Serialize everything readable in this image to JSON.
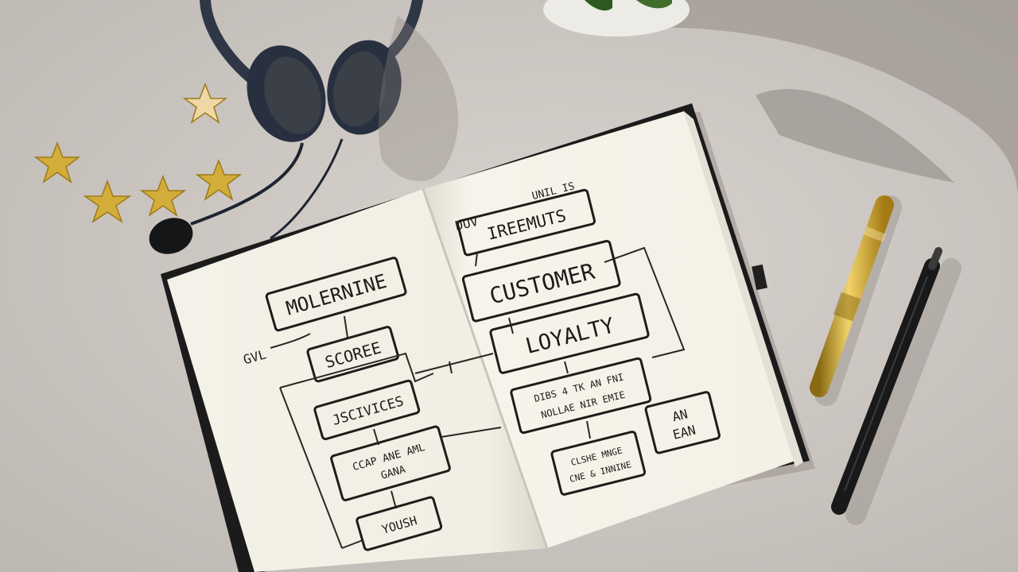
{
  "scene": {
    "background": "#cfc9c4",
    "colors": {
      "paper": "#f6f4ea",
      "ink": "#1d1b1a",
      "notebook_cover": "#1c1b1c",
      "gold": "#c9a227",
      "headset": "#2f3747",
      "pen": "#191919"
    }
  },
  "notebook": {
    "left_page": {
      "side_note": "GVL",
      "boxes": [
        {
          "label": "MOLERNINE"
        },
        {
          "label": "SCOREE"
        },
        {
          "label": "JSCIVICES"
        },
        {
          "label": "CCAP ANE AML",
          "sub": "GANA"
        },
        {
          "label": "YOUSH"
        }
      ]
    },
    "right_page": {
      "top_note": "UNIL IS",
      "side_note": "DUV",
      "boxes": [
        {
          "label": "IREEMUTS"
        },
        {
          "label": "CUSTOMER"
        },
        {
          "label": "LOYALTY"
        },
        {
          "label": "DIBS  4  TK  AN FNI",
          "sub": "NOLLAE  NIR  EMIE"
        },
        {
          "label": "CLSHE  MNGE",
          "sub": "CNE & INNINE"
        },
        {
          "label": "AN",
          "sub": "EAN"
        }
      ]
    }
  },
  "objects": [
    {
      "icon": "headset-icon"
    },
    {
      "icon": "gold-star-icon",
      "count": 5
    },
    {
      "icon": "pen-icon"
    },
    {
      "icon": "gold-pen-cap-icon"
    },
    {
      "icon": "potted-plant-icon"
    }
  ]
}
